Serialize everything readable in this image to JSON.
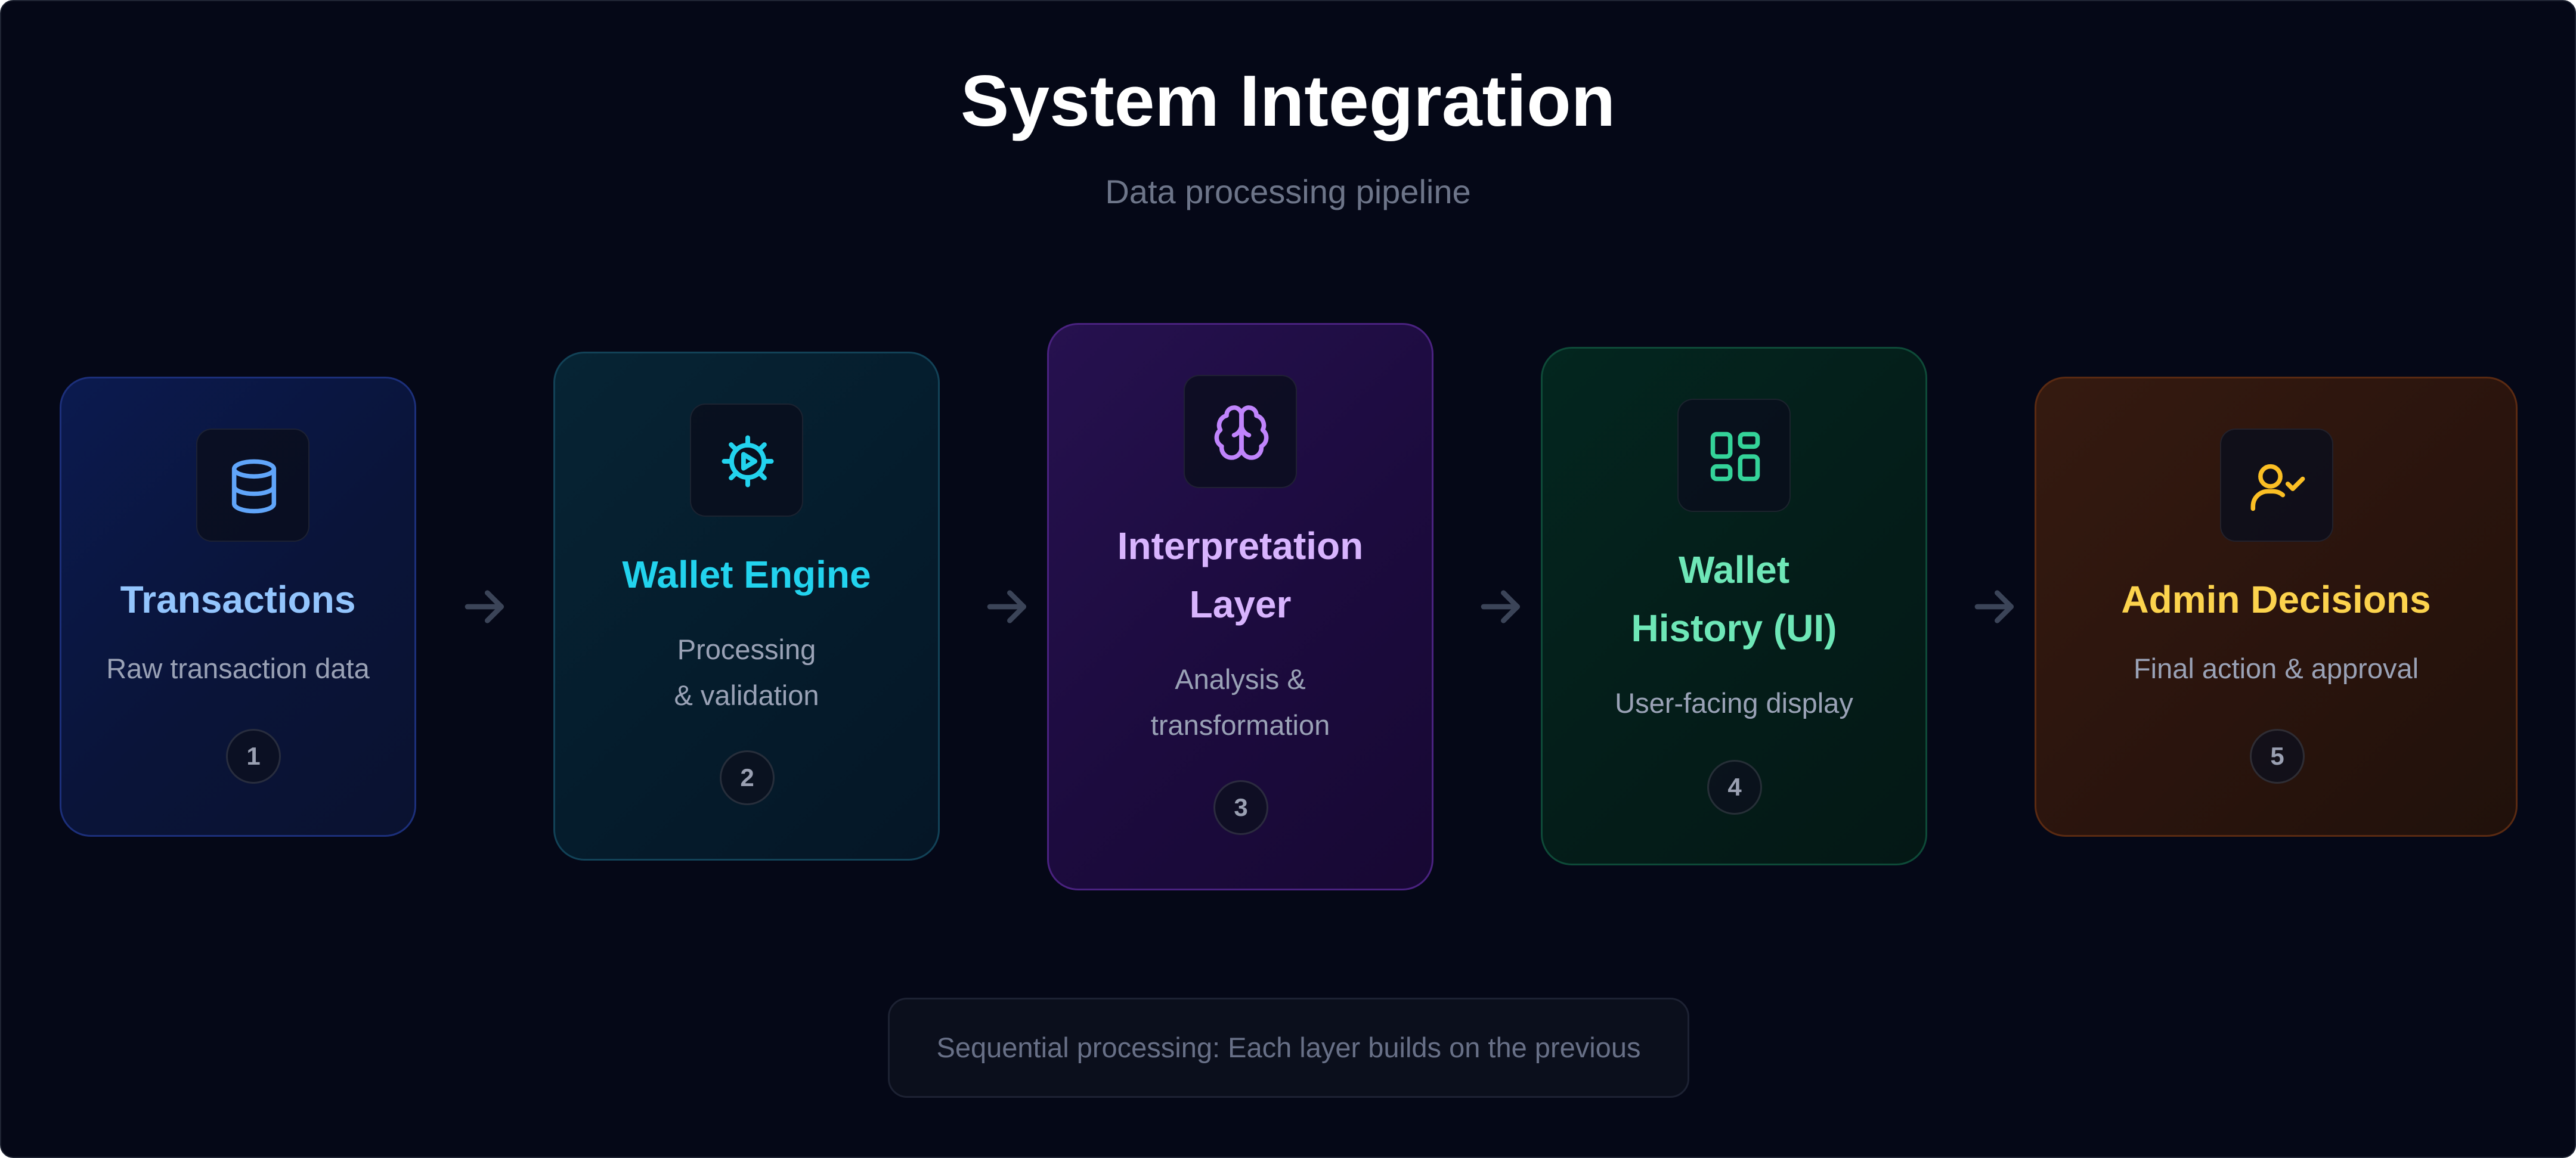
{
  "header": {
    "title": "System Integration",
    "subtitle": "Data processing pipeline"
  },
  "steps": [
    {
      "title_lines": [
        "Transactions"
      ],
      "desc_lines": [
        "Raw transaction data"
      ],
      "number": "1",
      "icon": "database-icon",
      "accent": "#93c5fd",
      "icon_color": "#60a5fa"
    },
    {
      "title_lines": [
        "Wallet Engine"
      ],
      "desc_lines": [
        "Processing",
        "& validation"
      ],
      "number": "2",
      "icon": "cog-play-icon",
      "accent": "#22d3ee",
      "icon_color": "#22d3ee"
    },
    {
      "title_lines": [
        "Interpretation",
        "Layer"
      ],
      "desc_lines": [
        "Analysis &",
        "transformation"
      ],
      "number": "3",
      "icon": "brain-icon",
      "accent": "#d8b4fe",
      "icon_color": "#c084fc"
    },
    {
      "title_lines": [
        "Wallet",
        "History (UI)"
      ],
      "desc_lines": [
        "User-facing display"
      ],
      "number": "4",
      "icon": "dashboard-icon",
      "accent": "#6ee7b7",
      "icon_color": "#34d399"
    },
    {
      "title_lines": [
        "Admin Decisions"
      ],
      "desc_lines": [
        "Final action & approval"
      ],
      "number": "5",
      "icon": "user-check-icon",
      "accent": "#fcd34d",
      "icon_color": "#fbbf24"
    }
  ],
  "arrows": [
    "arrow-right-icon",
    "arrow-right-icon",
    "arrow-right-icon",
    "arrow-right-icon"
  ],
  "footer": {
    "note": "Sequential processing: Each layer builds on the previous"
  },
  "colors": {
    "background": "#050817",
    "arrow": "#3b4458",
    "card_borders": [
      "#1e3a8a",
      "#164e63",
      "#581c87",
      "#064e3b",
      "#7c2d12"
    ]
  }
}
